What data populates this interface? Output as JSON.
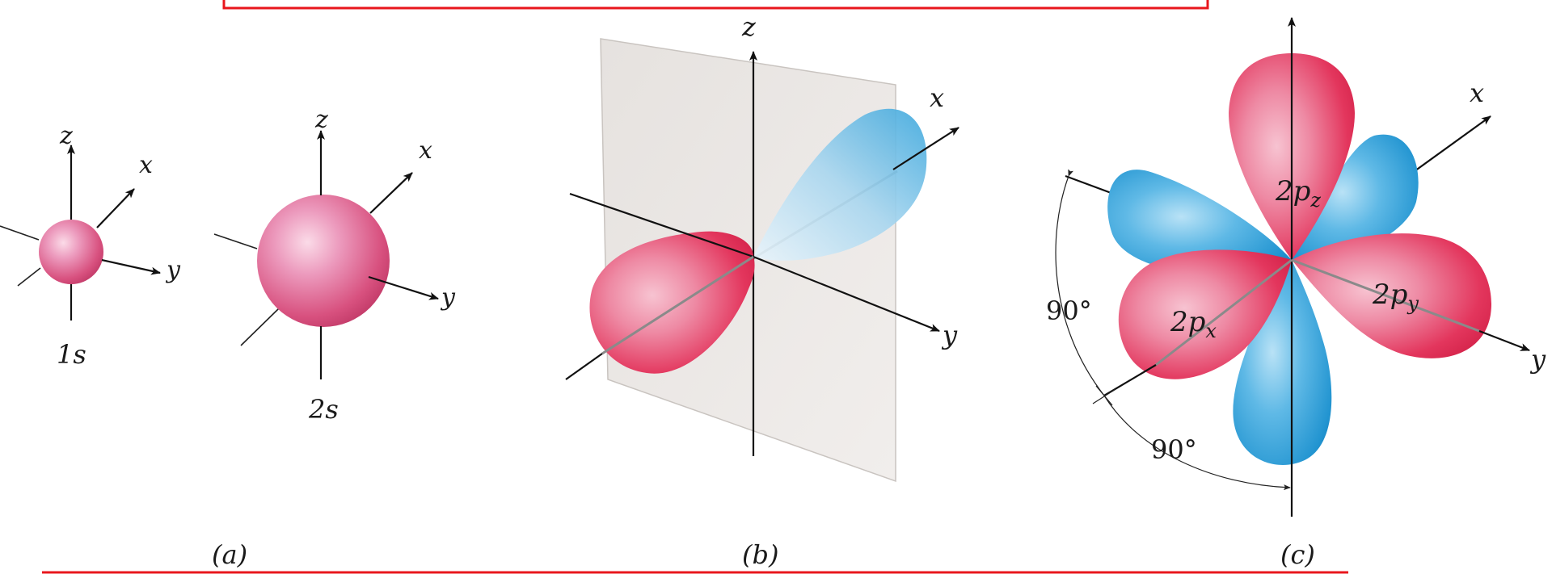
{
  "panels": {
    "a": {
      "caption": "(a)",
      "orbital_1s": {
        "label": "1s",
        "axes": {
          "x": "x",
          "y": "y",
          "z": "z"
        }
      },
      "orbital_2s": {
        "label": "2s",
        "axes": {
          "x": "x",
          "y": "y",
          "z": "z"
        }
      }
    },
    "b": {
      "caption": "(b)",
      "axes": {
        "x": "x",
        "y": "y",
        "z": "z"
      }
    },
    "c": {
      "caption": "(c)",
      "axes": {
        "x": "x",
        "y": "y"
      },
      "orbital_labels": {
        "pz": "2p",
        "pz_sub": "z",
        "py": "2p",
        "py_sub": "y",
        "px": "2p",
        "px_sub": "x"
      },
      "angle_upper": "90°",
      "angle_lower": "90°"
    }
  },
  "colors": {
    "frame_red": "#e8161c",
    "positive_lobe": "#e3365d",
    "negative_lobe": "#2a9fd8",
    "sphere": "#e06592"
  }
}
